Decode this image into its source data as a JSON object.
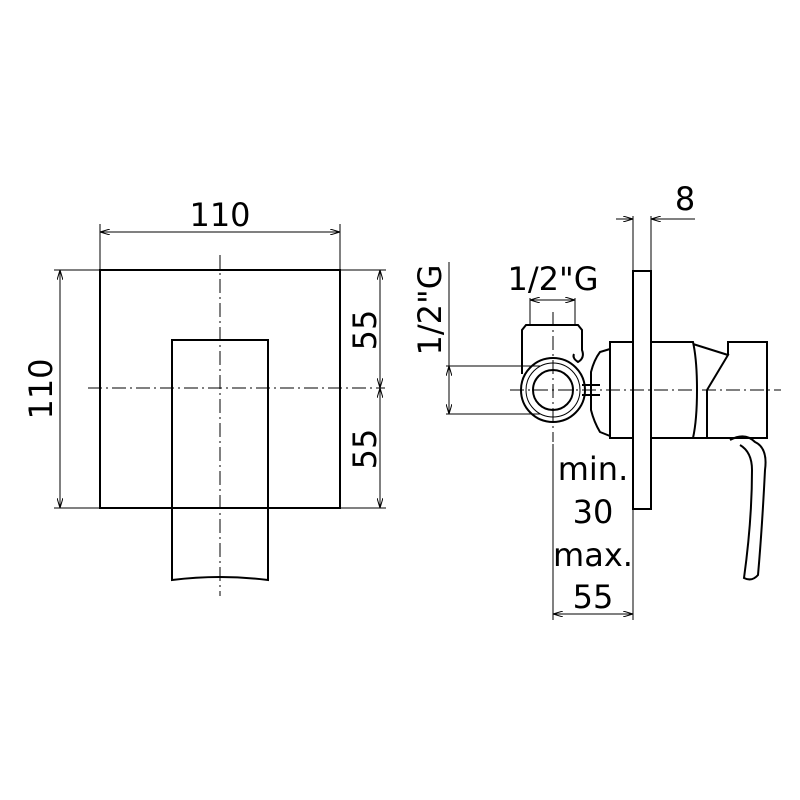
{
  "front_view": {
    "width_label": "110",
    "height_label": "110",
    "upper_half_label": "55",
    "lower_half_label": "55"
  },
  "side_view": {
    "plate_thickness_label": "8",
    "outlet_top_label": "1/2\"G",
    "outlet_side_label": "1/2\"G",
    "depth_min_label": "min.",
    "depth_min_value": "30",
    "depth_max_label": "max.",
    "depth_max_value": "55"
  }
}
